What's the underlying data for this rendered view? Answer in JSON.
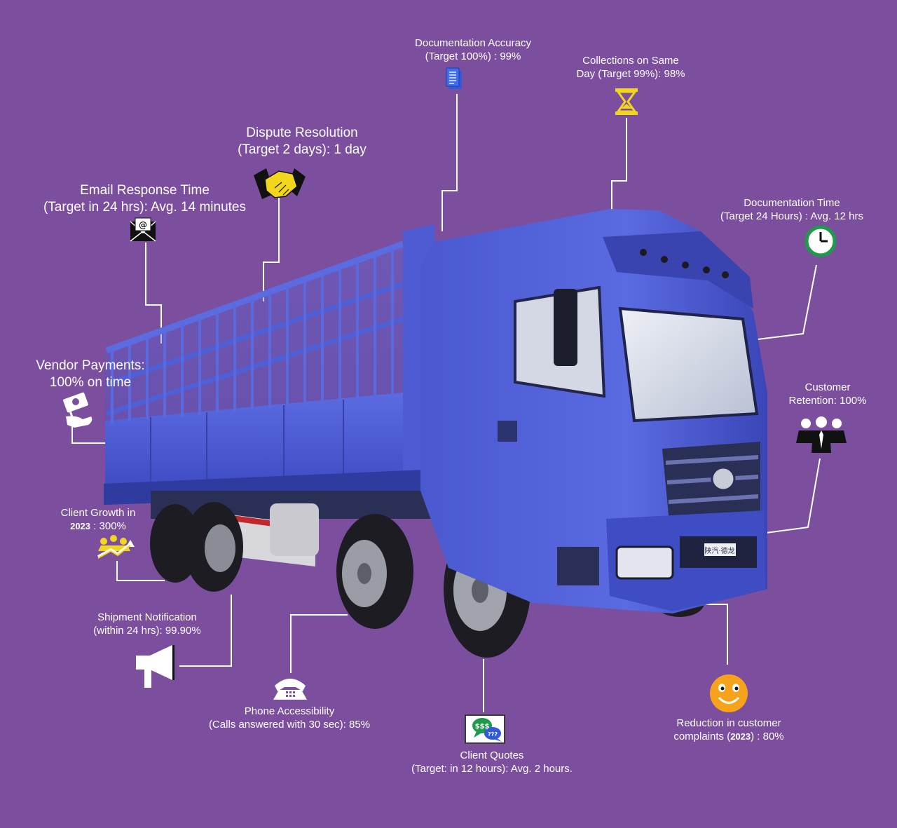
{
  "colors": {
    "background": "#7b4f9d",
    "truck_body": "#4f5fd6",
    "truck_dark": "#2e3a99",
    "connector": "#ffffff",
    "icon_yellow": "#f2d51d",
    "icon_green": "#1f9a4a",
    "icon_orange": "#f6a21a",
    "icon_blue": "#2f5bd8"
  },
  "kpis": [
    {
      "id": "doc_accuracy",
      "line1": "Documentation Accuracy",
      "line2": "(Target 100%) : 99%",
      "icon": "document-icon"
    },
    {
      "id": "collections",
      "line1": "Collections on Same",
      "line2": "Day (Target 99%): 98%",
      "icon": "hourglass-icon"
    },
    {
      "id": "dispute",
      "line1": "Dispute Resolution",
      "line2": "(Target 2 days): 1 day",
      "icon": "handshake-icon"
    },
    {
      "id": "email",
      "line1": "Email Response Time",
      "line2": "(Target in 24 hrs): Avg. 14 minutes",
      "icon": "email-icon"
    },
    {
      "id": "doc_time",
      "line1": "Documentation Time",
      "line2": "(Target 24 Hours) : Avg. 12 hrs",
      "icon": "clock-icon"
    },
    {
      "id": "vendor",
      "line1": "Vendor Payments:",
      "line2": "100% on time",
      "icon": "payment-hand-icon"
    },
    {
      "id": "retention",
      "line1": "Customer",
      "line2": "Retention: 100%",
      "icon": "team-icon"
    },
    {
      "id": "growth",
      "line1": "Client Growth in",
      "line2a": "2023",
      "line2b": " : 300%",
      "icon": "growth-icon"
    },
    {
      "id": "shipment",
      "line1": "Shipment Notification",
      "line2": "(within 24 hrs): 99.90%",
      "icon": "megaphone-icon"
    },
    {
      "id": "phone",
      "line1": "Phone Accessibility",
      "line2": "(Calls answered with 30 sec): 85%",
      "icon": "telephone-icon"
    },
    {
      "id": "quotes",
      "line1": "Client Quotes",
      "line2": "(Target: in 12 hours): Avg. 2 hours.",
      "icon": "chat-quotes-icon"
    },
    {
      "id": "complaints",
      "line1": "Reduction in customer",
      "line2a": "complaints (",
      "line2b": "2023",
      "line2c": ") : 80%",
      "icon": "smiley-icon"
    }
  ],
  "truck_plate": "陕汽·德龙"
}
